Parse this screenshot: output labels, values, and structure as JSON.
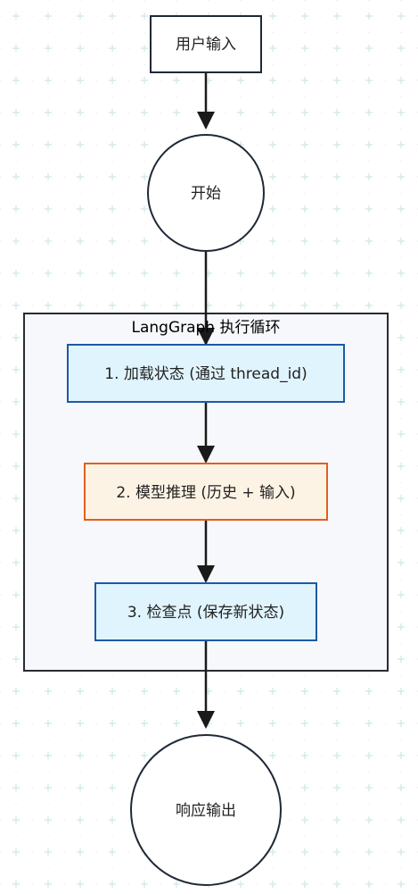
{
  "diagram": {
    "group": {
      "title": "LangGraph 执行循环"
    },
    "nodes": {
      "user_input": "用户输入",
      "start": "开始",
      "step1": "1. 加载状态 (通过 thread_id)",
      "step2": "2. 模型推理 (历史 + 输入)",
      "step3": "3. 检查点 (保存新状态)",
      "output": "响应输出"
    }
  },
  "colors": {
    "line": "#1a1a1a",
    "node_border": "#1f2937",
    "blue_fill": "#e0f4fd",
    "blue_border": "#1b5aa6",
    "orange_fill": "#fdf3e5",
    "orange_border": "#e0601c",
    "group_fill": "#f7f8fb",
    "group_border": "#2a2a33",
    "grid_plus": "#cfe7e7"
  }
}
